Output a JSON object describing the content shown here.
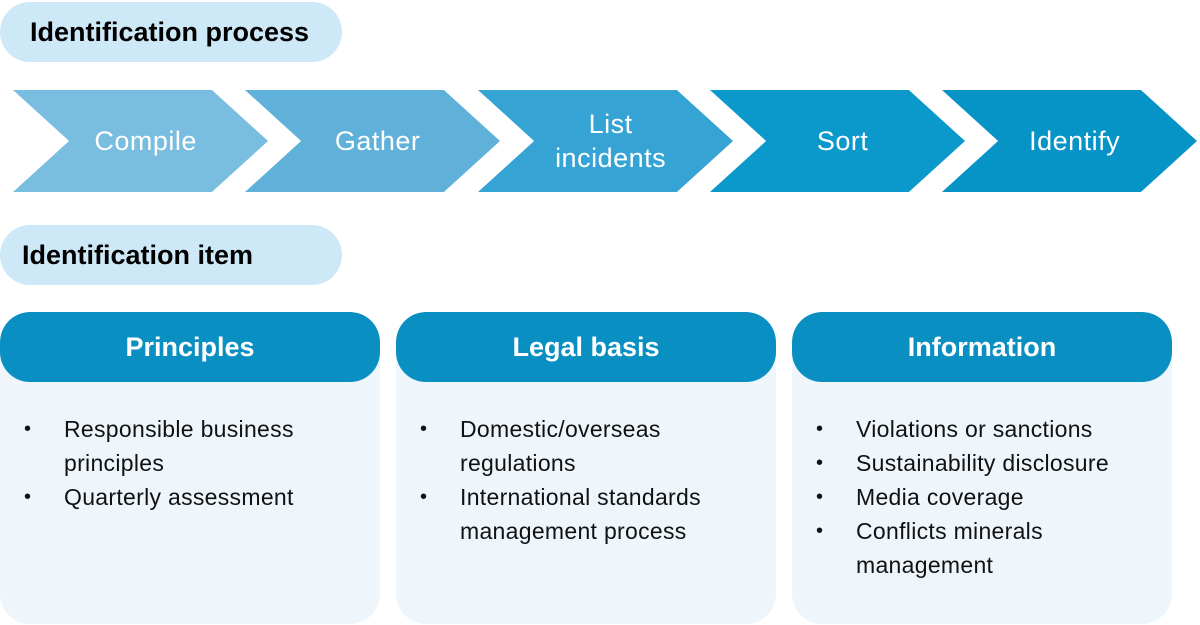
{
  "headers": {
    "process": "Identification process",
    "item": "Identification item"
  },
  "process_steps": [
    {
      "label": "Compile",
      "color": "#79bde0"
    },
    {
      "label": "Gather",
      "color": "#5fb1da"
    },
    {
      "label": "List\nincidents",
      "color": "#35a3d3"
    },
    {
      "label": "Sort",
      "color": "#0b99cc"
    },
    {
      "label": "Identify",
      "color": "#0693c6"
    }
  ],
  "cards": [
    {
      "title": "Principles",
      "items": [
        "Responsible business principles",
        "Quarterly assessment"
      ]
    },
    {
      "title": "Legal basis",
      "items": [
        "Domestic/overseas regulations",
        "International standards management process"
      ]
    },
    {
      "title": "Information",
      "items": [
        "Violations or sanctions",
        "Sustainability disclosure",
        "Media coverage",
        "Conflicts minerals management"
      ]
    }
  ],
  "colors": {
    "pill_bg": "#cde8f6",
    "card_header": "#0a8fc2",
    "card_body": "#eef6fb"
  }
}
